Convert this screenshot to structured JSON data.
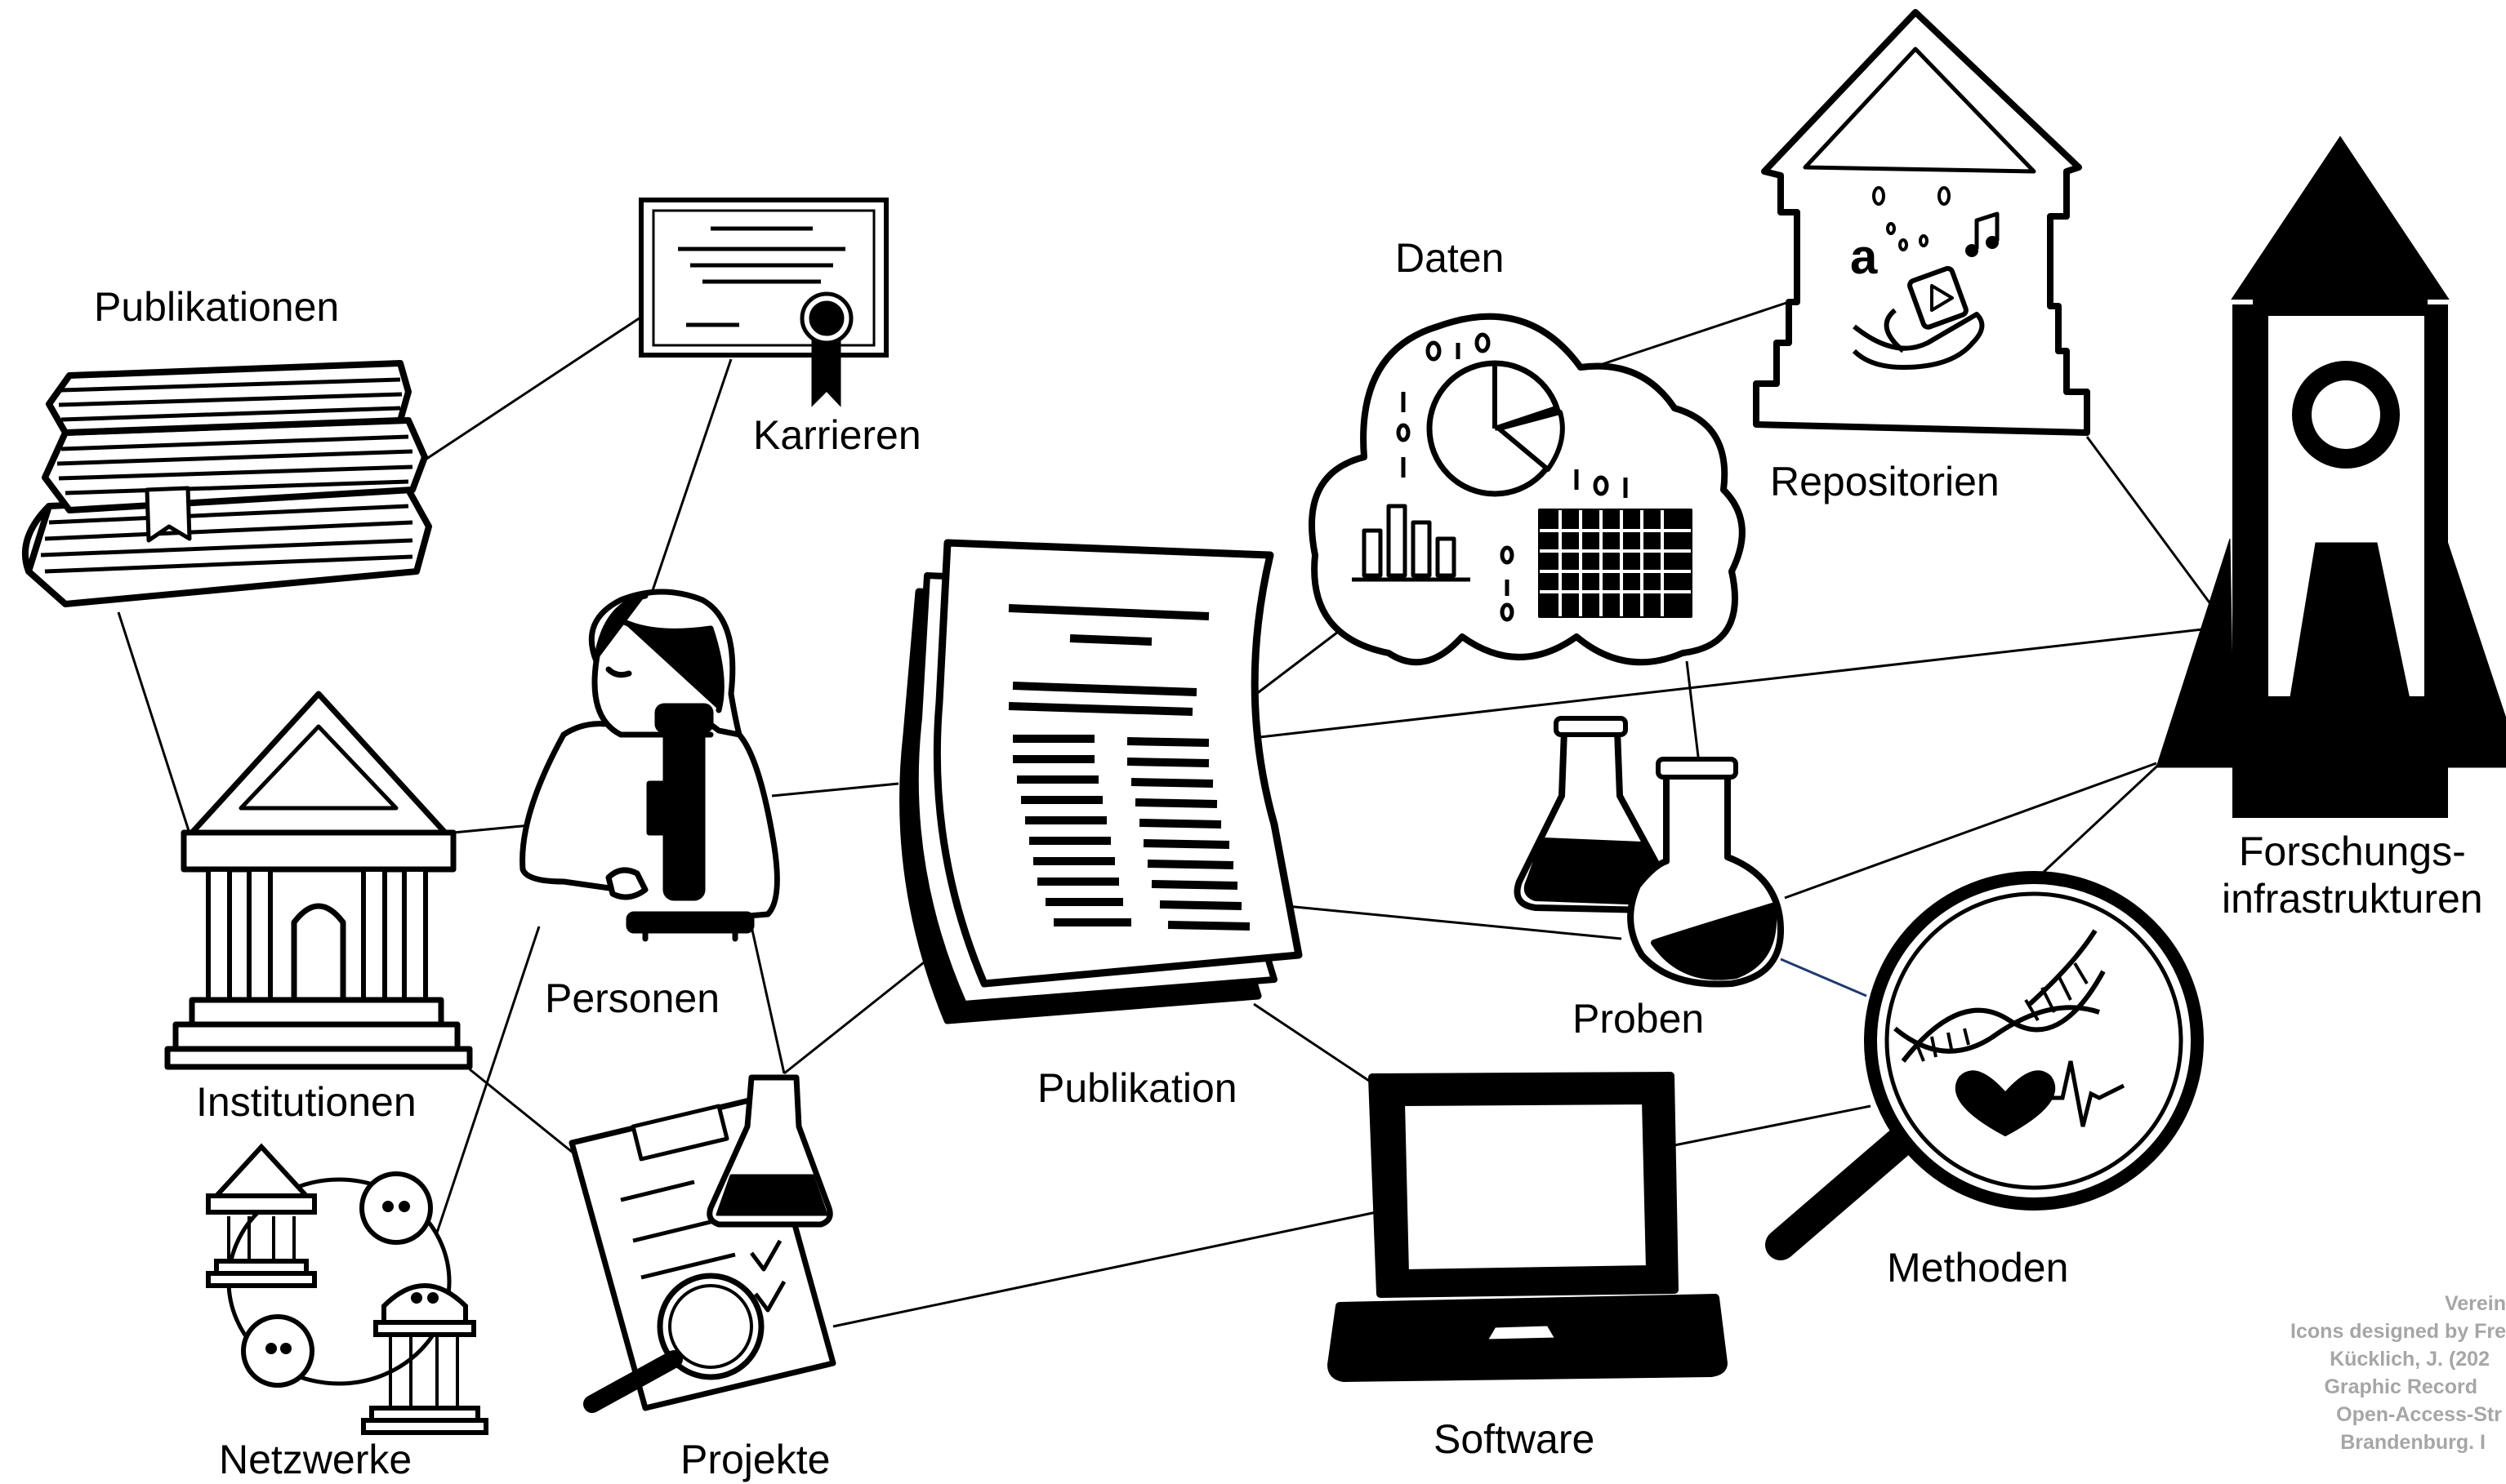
{
  "nodes": {
    "publikationen": {
      "label": "Publikationen",
      "icon": "books-icon"
    },
    "karrieren": {
      "label": "Karrieren",
      "icon": "certificate-icon"
    },
    "personen": {
      "label": "Personen",
      "icon": "researcher-microscope-icon"
    },
    "institutionen": {
      "label": "Institutionen",
      "icon": "institution-building-icon"
    },
    "netzwerke": {
      "label": "Netzwerke",
      "icon": "network-icon"
    },
    "projekte": {
      "label": "Projekte",
      "icon": "project-clipboard-icon"
    },
    "publikation": {
      "label": "Publikation",
      "icon": "document-stack-icon"
    },
    "daten": {
      "label": "Daten",
      "icon": "data-cloud-icon"
    },
    "repositorien": {
      "label": "Repositorien",
      "icon": "repository-house-icon"
    },
    "proben": {
      "label": "Proben",
      "icon": "sample-flasks-icon"
    },
    "methoden": {
      "label": "Methoden",
      "icon": "dna-magnifier-icon"
    },
    "software": {
      "label": "Software",
      "icon": "laptop-icon"
    },
    "forschungsinfrastrukturen": {
      "label_line1": "Forschungs-",
      "label_line2": "infrastrukturen",
      "icon": "rocket-icon"
    }
  },
  "credit": {
    "line1": "Verein",
    "line2": "Icons designed by Fre",
    "line3": "Kücklich, J. (202",
    "line4": "Graphic Record",
    "line5": "Open-Access-Str",
    "line6": "Brandenburg. I"
  },
  "colors": {
    "stroke": "#000000",
    "highlight_edge": "#1f3a6e",
    "credit_text": "#a6a6a6"
  }
}
